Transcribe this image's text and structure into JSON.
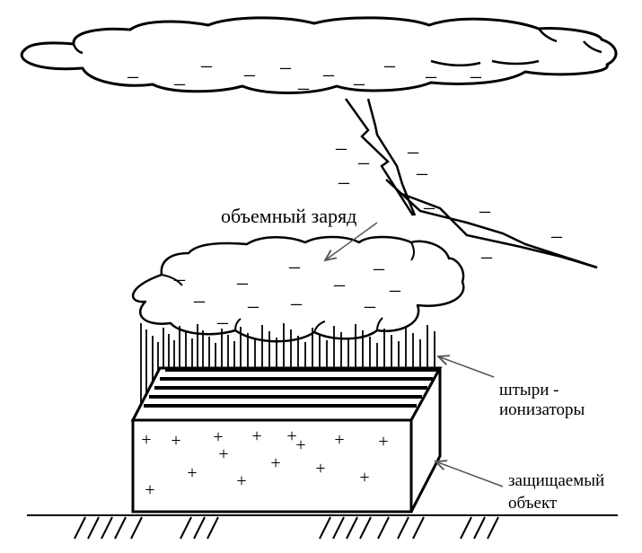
{
  "labels": {
    "space_charge": "объемный заряд",
    "pins_line1": "штыри -",
    "pins_line2": "ионизаторы",
    "object_line1": "защищаемый",
    "object_line2": "объект"
  },
  "signs": {
    "minus": "–",
    "plus": "+"
  }
}
